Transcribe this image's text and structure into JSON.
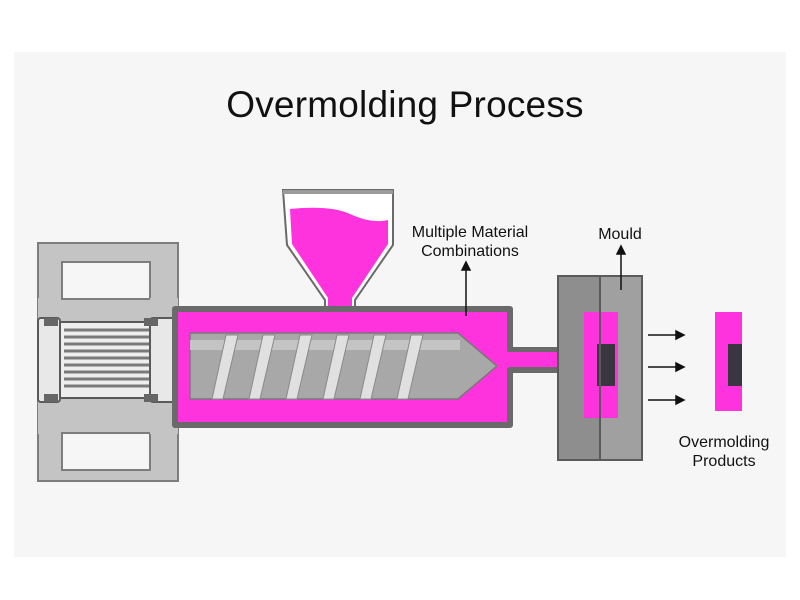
{
  "title": "Overmolding Process",
  "labels": {
    "materials_line1": "Multiple Material",
    "materials_line2": "Combinations",
    "mould": "Mould",
    "products_line1": "Overmolding",
    "products_line2": "Products"
  },
  "colors": {
    "material": "#ff33dd",
    "steel": "#9a9a9a",
    "steel_dark": "#6f6f6f",
    "insert": "#3a3640",
    "outline": "#4a4a4a"
  }
}
